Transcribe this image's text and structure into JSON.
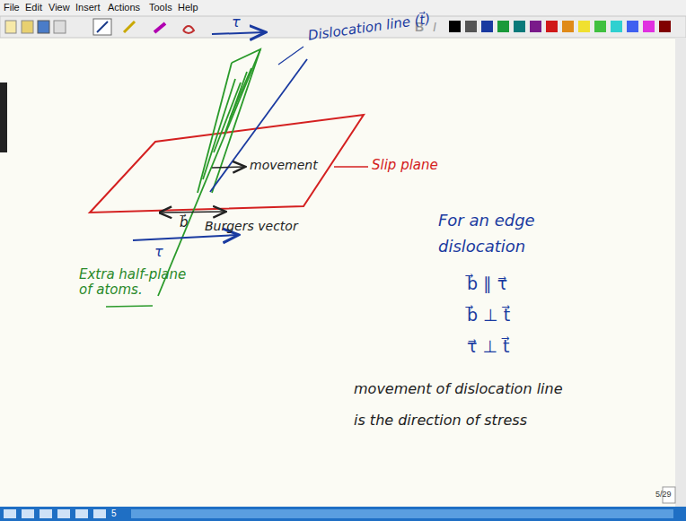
{
  "diagram": {
    "labels": [
      "File",
      "Edit",
      "View",
      "Insert",
      "Actions",
      "Tools",
      "Help",
      "B",
      "I",
      "τ",
      "Dislocation line (t⃗)",
      "movement",
      "Slip plane",
      "b⃗",
      "Burgers vector",
      "τ",
      "Extra half-plane of atoms.",
      "For an edge dislocation",
      "b⃗ ∥ τ⃗",
      "b⃗ ⊥ t⃗",
      "τ⃗ ⊥ t⃗",
      "movement of dislocation line is the direction of stress",
      "5/29",
      "5"
    ]
  }
}
